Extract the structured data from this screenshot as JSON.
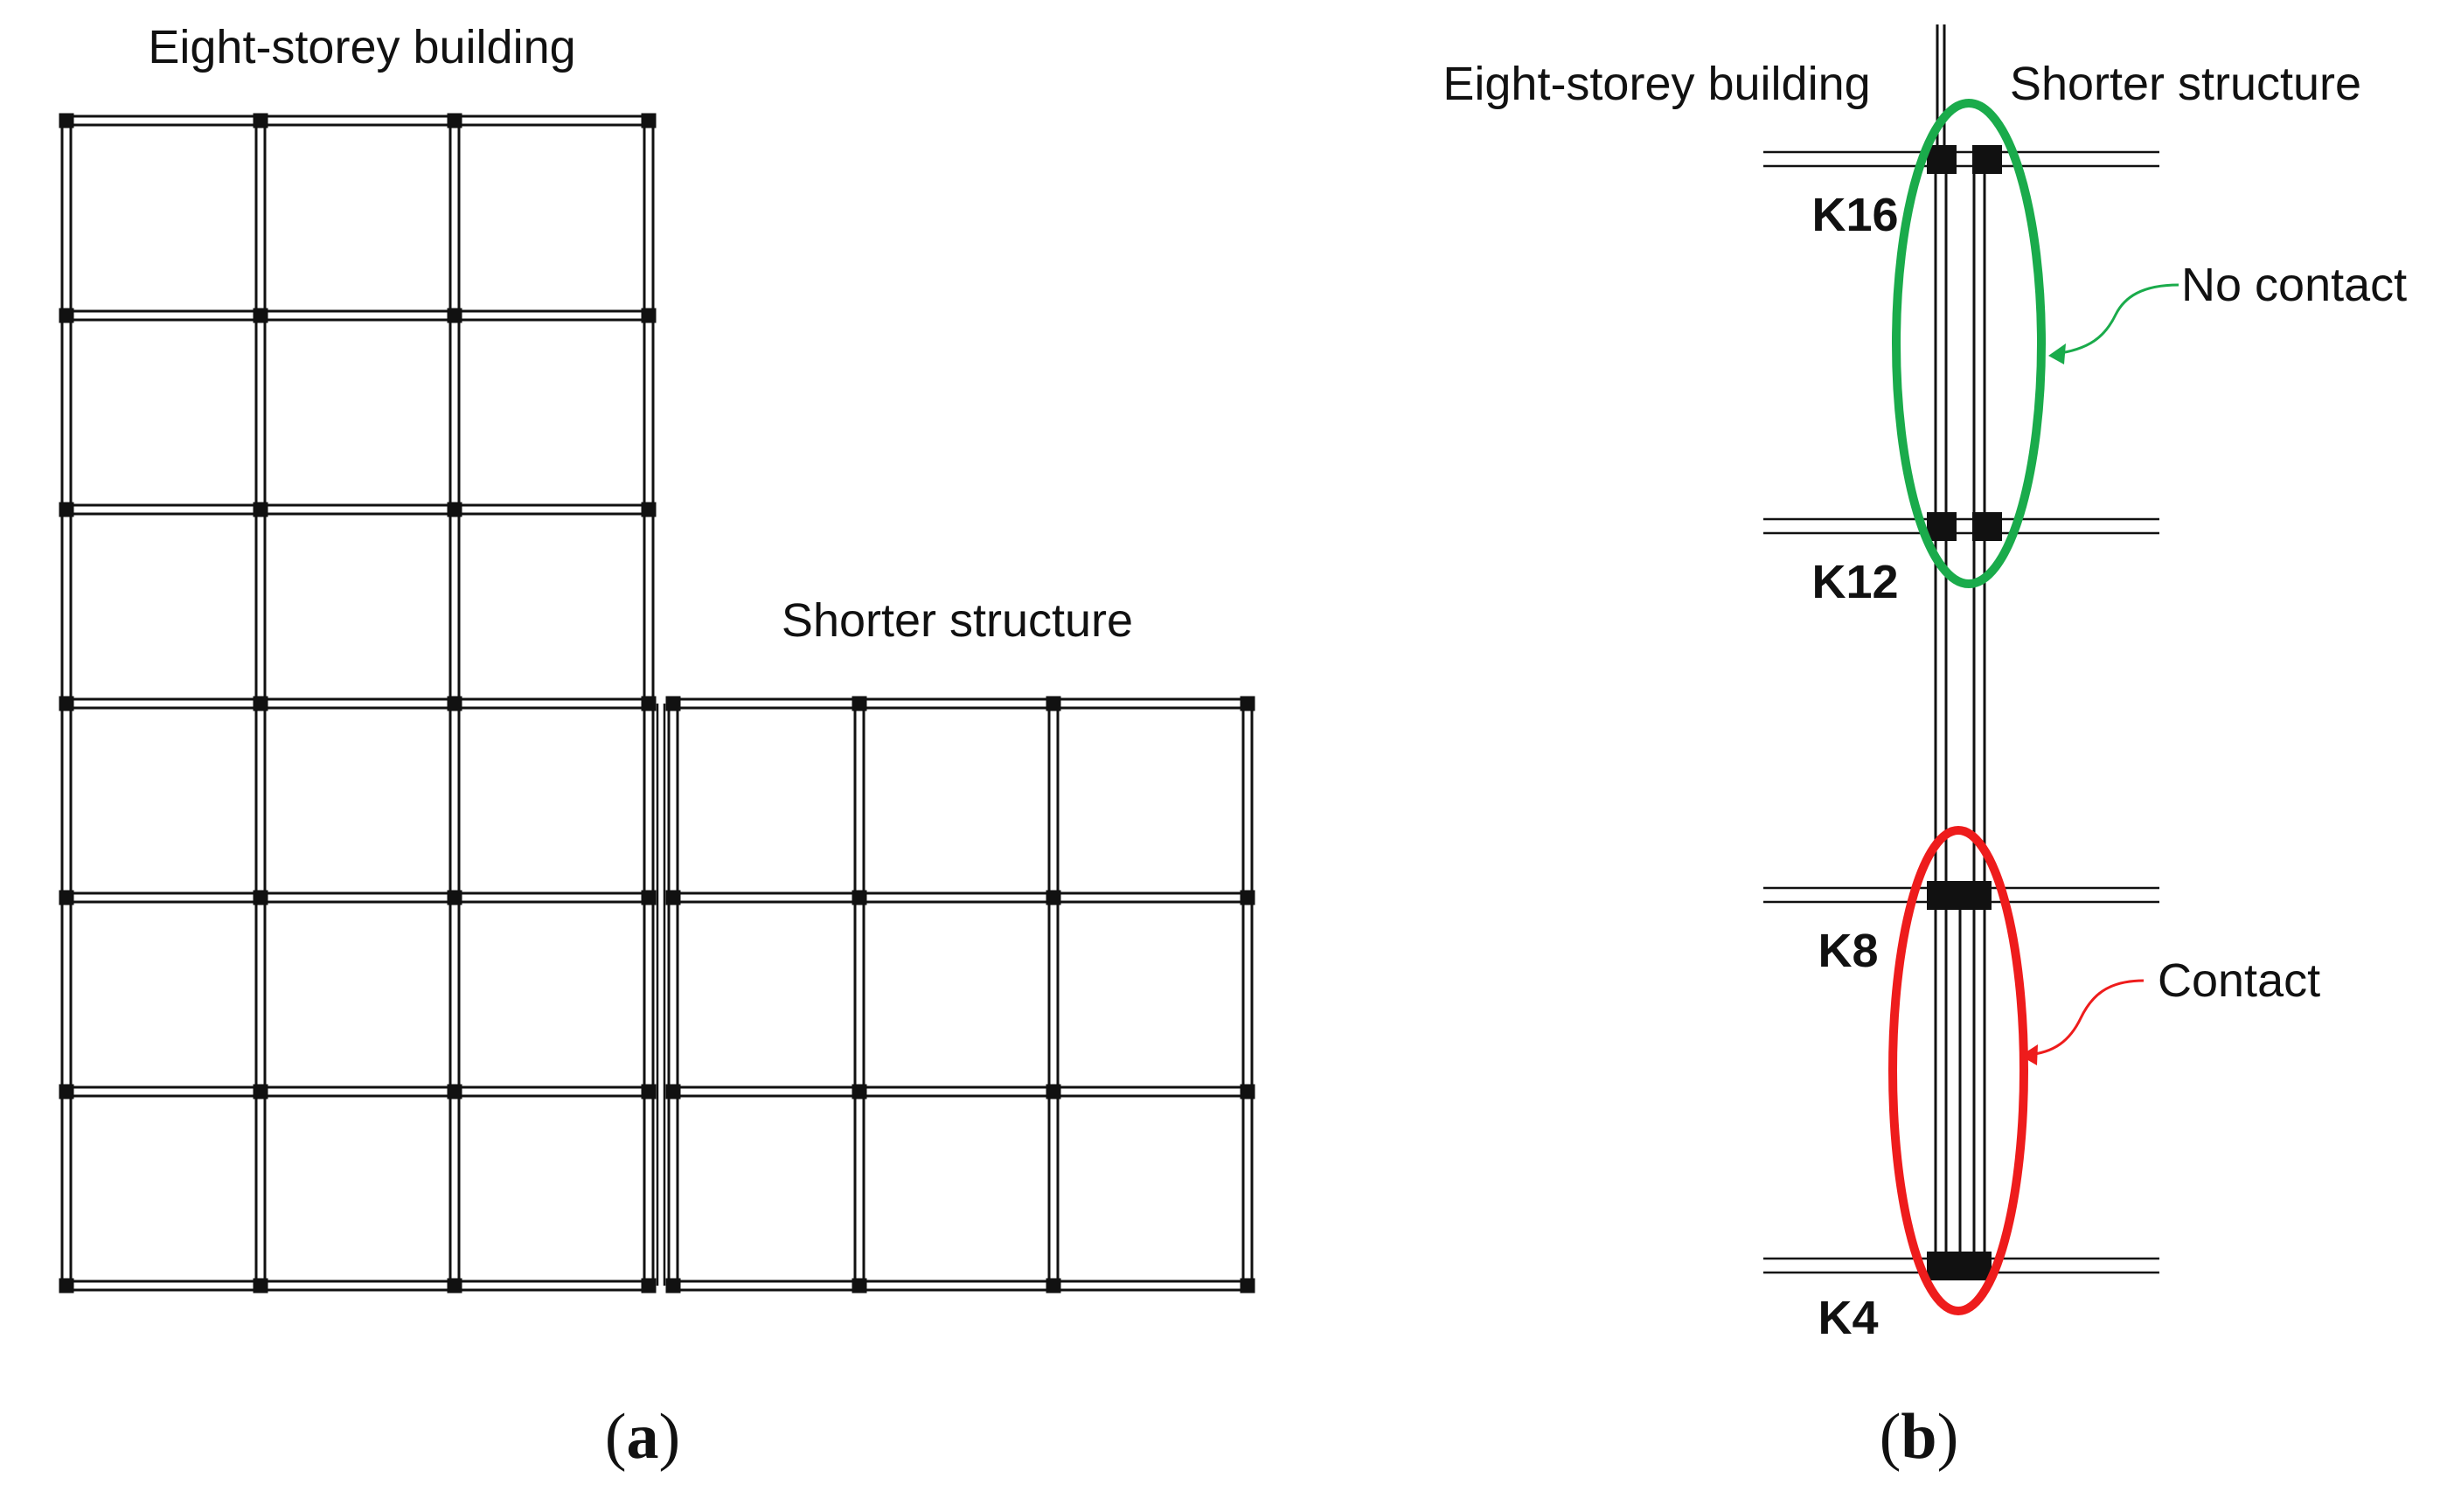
{
  "panel_a": {
    "label_tall": "Eight-storey building",
    "label_short": "Shorter structure",
    "caption": "a"
  },
  "panel_b": {
    "label_left": "Eight-storey building",
    "label_right": "Shorter structure",
    "levels": [
      {
        "name": "K16",
        "state": "gap"
      },
      {
        "name": "K12",
        "state": "gap"
      },
      {
        "name": "K8",
        "state": "joined"
      },
      {
        "name": "K4",
        "state": "joined"
      }
    ],
    "annotations": {
      "no_contact": "No contact",
      "contact": "Contact"
    },
    "caption": "b"
  },
  "colors": {
    "no_contact": "#1aab4b",
    "contact": "#ee1c1c",
    "frame": "#111111"
  }
}
